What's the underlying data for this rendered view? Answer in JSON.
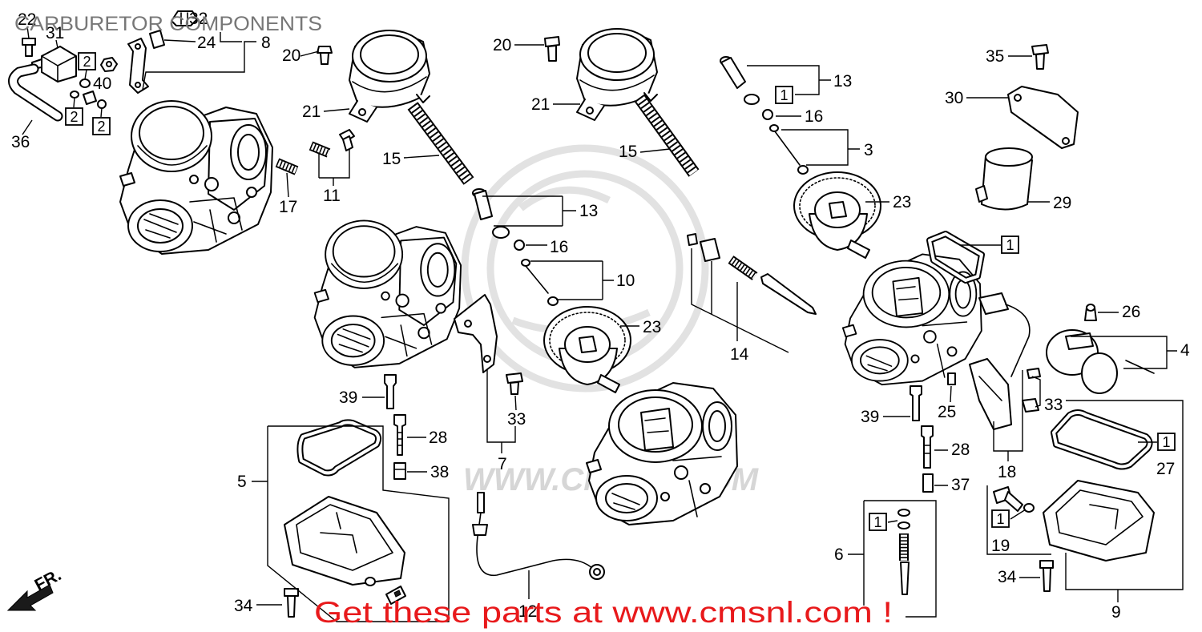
{
  "title": "CARBURETOR COMPONENTS",
  "callouts": [
    "22",
    "31",
    "32",
    "24",
    "8",
    "20",
    "40",
    "36",
    "21",
    "15",
    "17",
    "11",
    "13",
    "16",
    "10",
    "23",
    "39",
    "28",
    "38",
    "33",
    "7",
    "5",
    "34",
    "12",
    "20",
    "21",
    "15",
    "13",
    "16",
    "3",
    "23",
    "35",
    "30",
    "29",
    "14",
    "26",
    "4",
    "33",
    "25",
    "39",
    "28",
    "37",
    "27",
    "18",
    "6",
    "19",
    "34",
    "9"
  ],
  "boxed_callouts": [
    "2",
    "2",
    "2",
    "1",
    "1",
    "1",
    "1",
    "1"
  ],
  "direction_label": "FR.",
  "watermark": "WWW.CMSNL.COM",
  "promo_text": "Get these parts at www.cmsnl.com !",
  "colors": {
    "promo": "#e8191b",
    "title": "#777777",
    "linework": "#000000",
    "watermark": "#d6d6d6"
  }
}
